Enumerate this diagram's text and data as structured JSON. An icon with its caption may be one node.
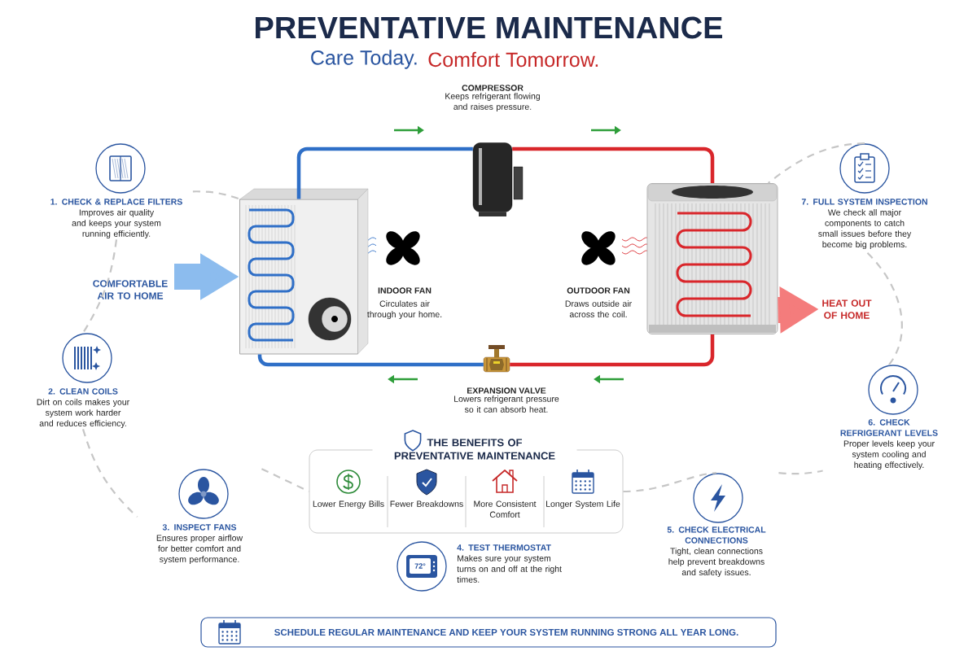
{
  "diagram": {
    "title": "PREVENTATIVE MAINTENANCE",
    "nodes": [
      {
        "text": [],
        "shape": "picture"
      },
      {
        "text": [],
        "shape": "picture",
        "beside": [
          "COMPRESSOR",
          "Keeps refrigerant flowing and raises pressure."
        ]
      },
      {
        "text": [],
        "shape": "picture"
      },
      {
        "text": [],
        "shape": "picture",
        "beside": [
          "EXPANSION VALVE",
          "Lowers refrigerant pressure so it can absorb heat."
        ]
      },
      {
        "text": [
          "1. CHECK & REPLACE FILTERS",
          "Improves air quality and keeps your system running efficiently."
        ]
      },
      {
        "text": [
          "2. CLEAN COILS",
          "Dirt on coils makes your system work harder and reduces efficiency."
        ]
      },
      {
        "text": [
          "3. INSPECT FANS",
          "Ensures proper airflow for better comfort and system performance."
        ]
      },
      {
        "text": [
          "THE BENEFITS OF PREVENTATIVE MAINTENANCE"
        ]
      },
      {
        "text": [
          "Lower Energy Bills"
        ],
        "in": 7
      },
      {
        "text": [
          "Fewer Breakdowns"
        ],
        "in": 7
      },
      {
        "text": [
          "More Consistent Comfort"
        ],
        "in": 7
      },
      {
        "text": [
          "Longer System Life"
        ],
        "in": 7
      },
      {
        "text": [
          "4. TEST THERMOSTAT",
          "Makes sure your system turns on and off at the right times."
        ]
      },
      {
        "text": [
          "5. CHECK ELECTRICAL CONNECTIONS",
          "Tight, clean connections help prevent breakdowns and safety issues."
        ]
      },
      {
        "text": [
          "6. CHECK REFRIGERANT LEVELS",
          "Proper levels keep your system cooling and heating effectively."
        ]
      },
      {
        "text": [
          "7. FULL SYSTEM INSPECTION",
          "We check all major components to catch small issues before they become big problems."
        ]
      },
      {
        "text": [
          "SCHEDULE REGULAR MAINTENANCE AND KEEP YOUR SYSTEM RUNNING STRONG ALL YEAR LONG."
        ]
      }
    ],
    "edges": [
      {
        "from": 0,
        "to": 1,
        "arrow": "none",
        "style": "thick",
        "color": "#2f6fc7"
      },
      {
        "from": 1,
        "to": 2,
        "arrow": "none",
        "style": "thick",
        "color": "#d9262b"
      },
      {
        "from": 2,
        "to": 3,
        "arrow": "none",
        "style": "thick",
        "color": "#d9262b"
      },
      {
        "from": 3,
        "to": 0,
        "arrow": "none",
        "style": "thick",
        "color": "#2f6fc7"
      },
      {
        "from": null,
        "to": 0,
        "arrow": "to",
        "label": "COMFORTABLE AIR TO HOME",
        "style": "thick",
        "color": "#8cbcee"
      },
      {
        "from": 2,
        "to": null,
        "arrow": "to",
        "label": "HEAT OUT OF HOME",
        "style": "thick",
        "color": "#f47c7c"
      },
      {
        "from": 4,
        "to": 0,
        "arrow": "none",
        "style": "dashed"
      },
      {
        "from": 4,
        "to": 5,
        "arrow": "none",
        "style": "dashed"
      },
      {
        "from": 5,
        "to": 6,
        "arrow": "none",
        "style": "dashed"
      },
      {
        "from": 6,
        "to": 7,
        "arrow": "none",
        "style": "dashed"
      },
      {
        "from": 7,
        "to": 13,
        "arrow": "none",
        "style": "dashed"
      },
      {
        "from": 13,
        "to": 14,
        "arrow": "none",
        "style": "dashed"
      },
      {
        "from": 14,
        "to": 15,
        "arrow": "none",
        "style": "dashed"
      },
      {
        "from": 15,
        "to": 2,
        "arrow": "none",
        "style": "dashed"
      }
    ],
    "labels": [
      "Care Today.",
      "Comfort Tomorrow.",
      "INDOOR FAN",
      "Circulates air through your home.",
      "OUTDOOR FAN",
      "Draws outside air across the coil.",
      "72°"
    ]
  }
}
